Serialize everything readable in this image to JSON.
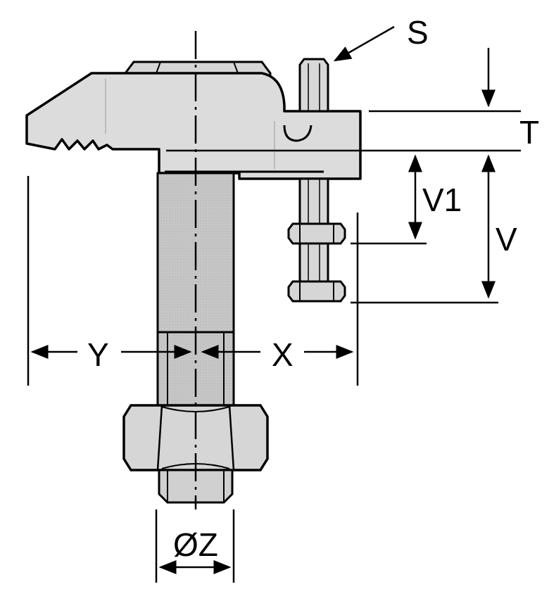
{
  "labels": {
    "s": "S",
    "t": "T",
    "v1": "V1",
    "v": "V",
    "y": "Y",
    "x": "X",
    "oz": "ØZ"
  },
  "colors": {
    "ink": "#000000",
    "body_fill": "#dcdcdc",
    "bolt_fill": "#c8c8c8",
    "paper": "#ffffff"
  }
}
